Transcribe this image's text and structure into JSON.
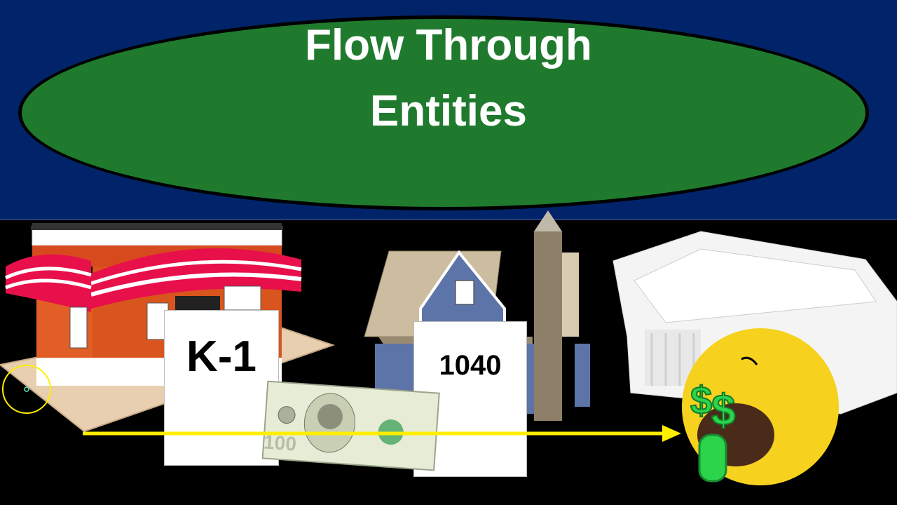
{
  "title": {
    "line1": "Flow Through",
    "line2": "Entities"
  },
  "documents": {
    "k1_label": "K-1",
    "form_label": "1040"
  },
  "icons": {
    "business": "storefront-building",
    "home": "house",
    "government": "white-house",
    "money": "hundred-dollar-bill",
    "emoji": "money-mouth-face",
    "cursor": "pointer-highlight-circle"
  },
  "colors": {
    "header_bg": "#012369",
    "ellipse": "#1f7a2e",
    "arrow": "#ffee00",
    "text": "#ffffff"
  }
}
